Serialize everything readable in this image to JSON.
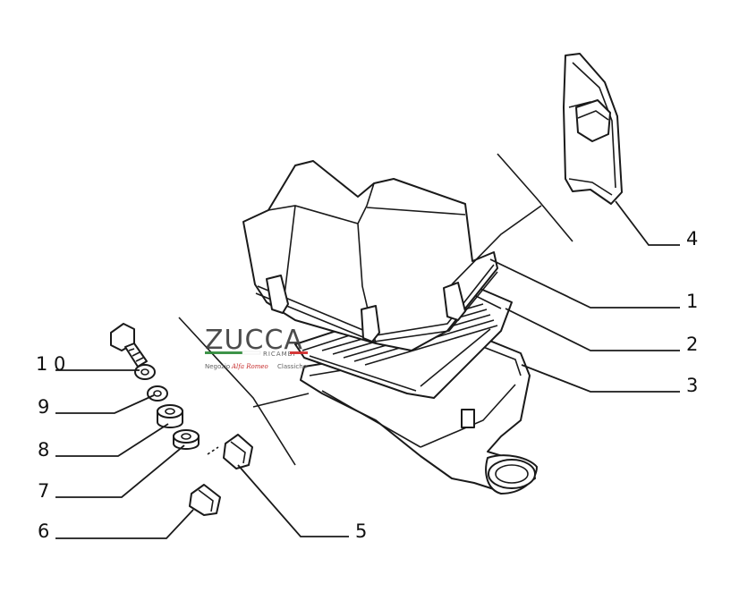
{
  "logo": {
    "name": "ZUCCA",
    "sub": "RICAMBI",
    "tag_left": "Negozio",
    "brand": "Alfa Romeo",
    "tag_right": "Classiche",
    "flag_colors": [
      "#2e8b3a",
      "#ffffff",
      "#d22a2a"
    ]
  },
  "callouts": [
    {
      "id": "1",
      "label": "1"
    },
    {
      "id": "2",
      "label": "2"
    },
    {
      "id": "3",
      "label": "3"
    },
    {
      "id": "4",
      "label": "4"
    },
    {
      "id": "5",
      "label": "5"
    },
    {
      "id": "6",
      "label": "6"
    },
    {
      "id": "7",
      "label": "7"
    },
    {
      "id": "8",
      "label": "8"
    },
    {
      "id": "9",
      "label": "9"
    },
    {
      "id": "10",
      "label": "1 0"
    }
  ],
  "parts": [
    {
      "id": "1",
      "icon": "air-filter-cover-icon"
    },
    {
      "id": "2",
      "icon": "filter-element-icon"
    },
    {
      "id": "3",
      "icon": "air-box-base-icon"
    },
    {
      "id": "4",
      "icon": "spring-clip-icon"
    },
    {
      "id": "5",
      "icon": "bracket-clip-icon"
    },
    {
      "id": "6",
      "icon": "bracket-clip-icon"
    },
    {
      "id": "7",
      "icon": "rubber-grommet-icon"
    },
    {
      "id": "8",
      "icon": "rubber-bush-icon"
    },
    {
      "id": "9",
      "icon": "washer-icon"
    },
    {
      "id": "10",
      "icon": "bolt-icon"
    }
  ]
}
